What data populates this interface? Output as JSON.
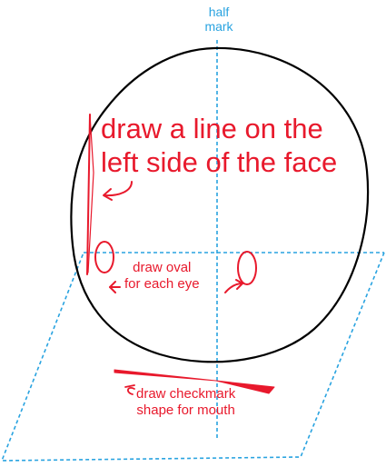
{
  "labels": {
    "half_mark": [
      "half",
      "mark"
    ],
    "left_line": [
      "draw a line on the",
      "left side of the face"
    ],
    "eye_oval": [
      "draw oval",
      "for each eye"
    ],
    "mouth_mark": [
      "draw checkmark",
      "shape for mouth"
    ]
  },
  "colors": {
    "guide": "#29a3e0",
    "instruction": "#e8192c",
    "outline": "#000000"
  }
}
